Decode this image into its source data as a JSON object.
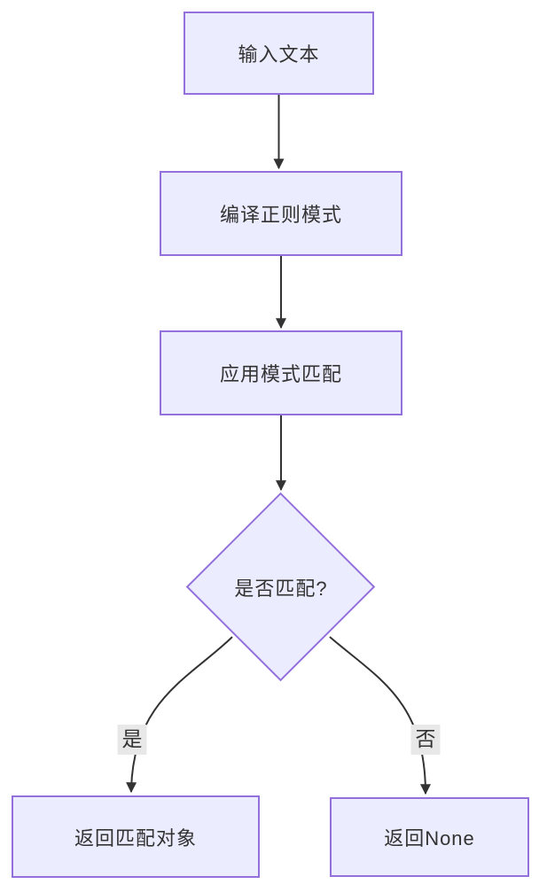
{
  "colors": {
    "background": "#ffffff",
    "node_fill": "#ececff",
    "node_border": "#9370db",
    "edge": "#333333",
    "edge_label_bg": "#e8e8e8",
    "text": "#333333"
  },
  "nodes": {
    "input": {
      "label": "输入文本"
    },
    "compile": {
      "label": "编译正则模式"
    },
    "apply": {
      "label": "应用模式匹配"
    },
    "decision": {
      "label": "是否匹配?"
    },
    "return_match": {
      "label": "返回匹配对象"
    },
    "return_none": {
      "label": "返回None"
    }
  },
  "edge_labels": {
    "yes": "是",
    "no": "否"
  }
}
